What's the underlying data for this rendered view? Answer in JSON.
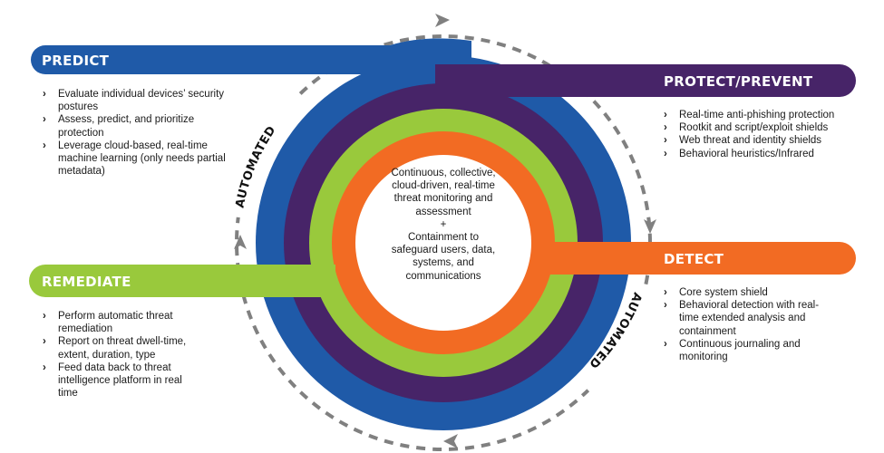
{
  "colors": {
    "predict": "#1f5aa8",
    "protect": "#472468",
    "remediate": "#99c93c",
    "detect": "#f26b23",
    "cycle": "#808080"
  },
  "phases": {
    "predict": {
      "label": "PREDICT",
      "items": [
        "Evaluate individual devices’ security postures",
        "Assess, predict, and prioritize protection",
        "Leverage cloud-based, real-time machine learning (only needs partial metadata)"
      ]
    },
    "protect": {
      "label": "PROTECT/PREVENT",
      "items": [
        "Real-time anti-phishing protection",
        "Rootkit and script/exploit shields",
        "Web threat and identity shields",
        "Behavioral heuristics/Infrared"
      ]
    },
    "detect": {
      "label": "DETECT",
      "items": [
        "Core system shield",
        "Behavioral detection with real-time extended analysis and containment",
        "Continuous journaling and monitoring"
      ]
    },
    "remediate": {
      "label": "REMEDIATE",
      "items": [
        "Perform automatic threat remediation",
        "Report on threat dwell-time, extent, duration, type",
        "Feed data back to threat intelligence platform in real time"
      ]
    }
  },
  "center": {
    "lines": [
      "Continuous, collective,",
      "cloud-driven, real-time",
      "threat monitoring and",
      "assessment",
      "+",
      "Containment to",
      "safeguard users, data,",
      "systems, and",
      "communications"
    ]
  },
  "cycle_labels": {
    "left": "AUTOMATED",
    "right": "AUTOMATED"
  },
  "icons": {
    "bullet": "chevron-right-icon",
    "cycle_arrow": "arrowhead-icon"
  }
}
